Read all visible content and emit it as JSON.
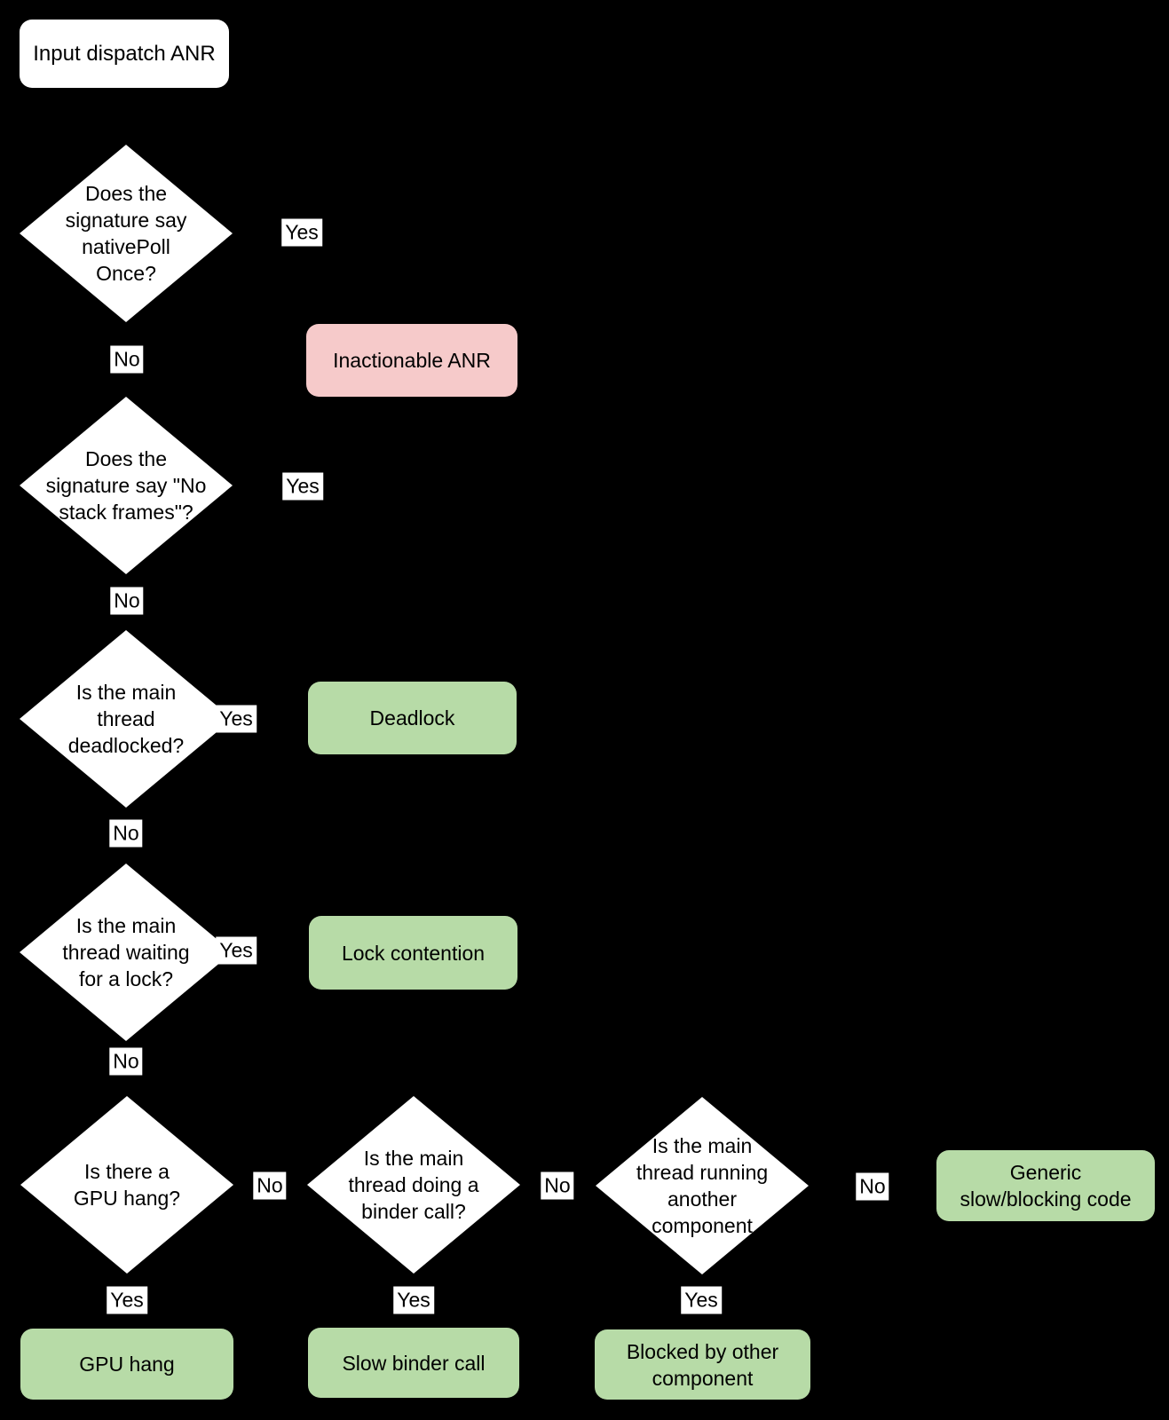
{
  "colors": {
    "background": "#000000",
    "decision_fill": "#ffffff",
    "outcome_positive_fill": "#b7dba7",
    "outcome_negative_fill": "#f6caca",
    "text": "#000000",
    "edge_label_chip_bg": "#ffffff"
  },
  "flowchart": {
    "start": {
      "label": "Input dispatch ANR"
    },
    "decisions": [
      {
        "id": "nativePollOnce",
        "label": "Does the\nsignature say\nnativePoll\nOnce?"
      },
      {
        "id": "noStackFrames",
        "label": "Does the\nsignature say \"No\nstack frames\"?"
      },
      {
        "id": "mainThreadDeadlocked",
        "label": "Is the main\nthread\ndeadlocked?"
      },
      {
        "id": "waitingForLock",
        "label": "Is the main\nthread waiting\nfor a lock?"
      },
      {
        "id": "gpuHang",
        "label": "Is there a\nGPU hang?"
      },
      {
        "id": "binderCall",
        "label": "Is the main\nthread doing a\nbinder call?"
      },
      {
        "id": "runningAnotherComponent",
        "label": "Is the main\nthread running\nanother\ncomponent"
      }
    ],
    "outcomes": [
      {
        "id": "inactionableAnr",
        "label": "Inactionable ANR",
        "kind": "negative"
      },
      {
        "id": "deadlock",
        "label": "Deadlock",
        "kind": "positive"
      },
      {
        "id": "lockContention",
        "label": "Lock contention",
        "kind": "positive"
      },
      {
        "id": "genericSlowBlockingCode",
        "label": "Generic\nslow/blocking code",
        "kind": "positive"
      },
      {
        "id": "gpuHang",
        "label": "GPU hang",
        "kind": "positive"
      },
      {
        "id": "slowBinderCall",
        "label": "Slow binder call",
        "kind": "positive"
      },
      {
        "id": "blockedByOtherComponent",
        "label": "Blocked by other\ncomponent",
        "kind": "positive"
      }
    ],
    "edge_labels": {
      "yes": "Yes",
      "no": "No"
    }
  }
}
